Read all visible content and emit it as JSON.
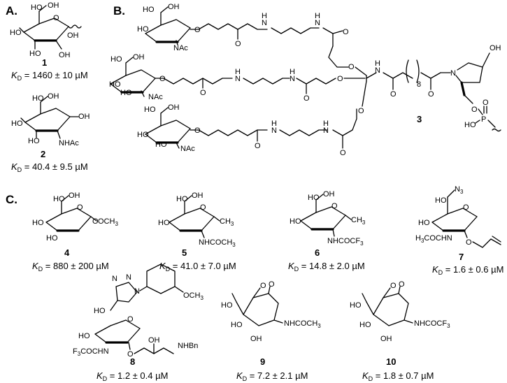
{
  "panels": {
    "a": "A.",
    "b": "B.",
    "c": "C."
  },
  "atoms": {
    "OH": "OH",
    "HO": "HO",
    "O": "O",
    "N": "N",
    "H": "H",
    "P": "P",
    "NAc": "NAc",
    "NHAc": "NHAc",
    "OCH3": "OCH",
    "CH3": "CH",
    "NHCOCH3": "NHCOCH",
    "NHCOCF3": "NHCOCF",
    "H3COCHN": "H",
    "H3COCHN_rest": "COCHN",
    "N3": "N",
    "F3COCHN": "F",
    "F3COCHN_rest": "COCHN",
    "NHBn": "NHBn",
    "OCH3_ar": "OCH",
    "sub3": "3",
    "sub8": "8"
  },
  "compounds": [
    {
      "id": "1",
      "kd_value": "= 1460 ± 10 µM"
    },
    {
      "id": "2",
      "kd_value": "= 40.4 ± 9.5 µM"
    },
    {
      "id": "3",
      "kd_value": ""
    },
    {
      "id": "4",
      "kd_value": "= 880 ± 200 µM"
    },
    {
      "id": "5",
      "kd_value": "= 41.0 ± 7.0 µM"
    },
    {
      "id": "6",
      "kd_value": "= 14.8 ± 2.0 µM"
    },
    {
      "id": "7",
      "kd_value": "= 1.6 ± 0.6 µM"
    },
    {
      "id": "8",
      "kd_value": "= 1.2 ± 0.4 µM"
    },
    {
      "id": "9",
      "kd_value": "= 7.2 ± 2.1 µM"
    },
    {
      "id": "10",
      "kd_value": "= 1.8 ± 0.7 µM"
    }
  ],
  "kd_symbol": {
    "k": "K",
    "sub": "D"
  }
}
